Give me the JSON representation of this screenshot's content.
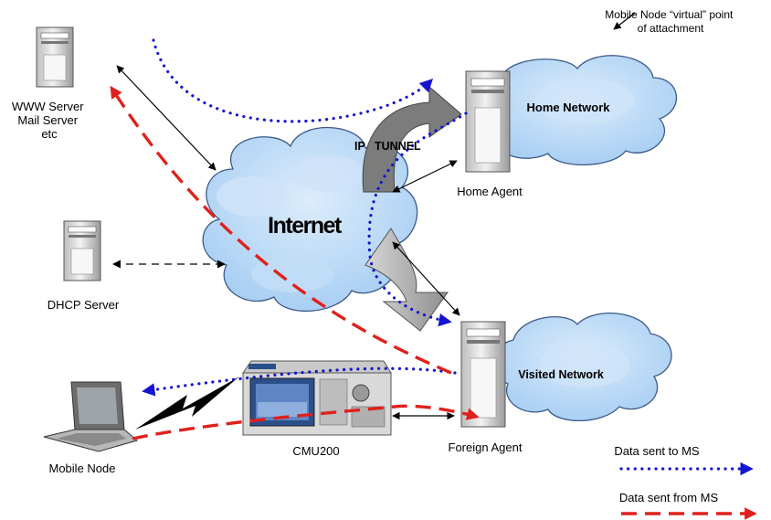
{
  "diagram": {
    "nodes": {
      "www_server": {
        "lines": [
          "WWW Server",
          "Mail Server",
          "etc"
        ]
      },
      "dhcp_server": {
        "label": "DHCP Server"
      },
      "internet": {
        "label": "Internet"
      },
      "home_network": {
        "label": "Home Network"
      },
      "home_agent": {
        "label": "Home Agent"
      },
      "visited_network": {
        "label": "Visited Network"
      },
      "foreign_agent": {
        "label": "Foreign Agent"
      },
      "cmu200": {
        "label": "CMU200"
      },
      "mobile_node": {
        "label": "Mobile Node"
      }
    },
    "annotations": {
      "virtual_point": [
        "Mobile Node “virtual” point",
        "of attachment"
      ],
      "ip_tunnel": "IP   TUNNEL"
    },
    "legend": {
      "to_ms": {
        "label": "Data sent to MS",
        "color": "#1515d0",
        "style": "dotted"
      },
      "from_ms": {
        "label": "Data sent from MS",
        "color": "#e0201c",
        "style": "dashed"
      }
    },
    "colors": {
      "cloud_fill": "#b7d8f7",
      "cloud_stroke": "#3b5a8a",
      "tunnel_fill": "#7c7c7c",
      "server_fill": "#e4e4e4"
    }
  }
}
